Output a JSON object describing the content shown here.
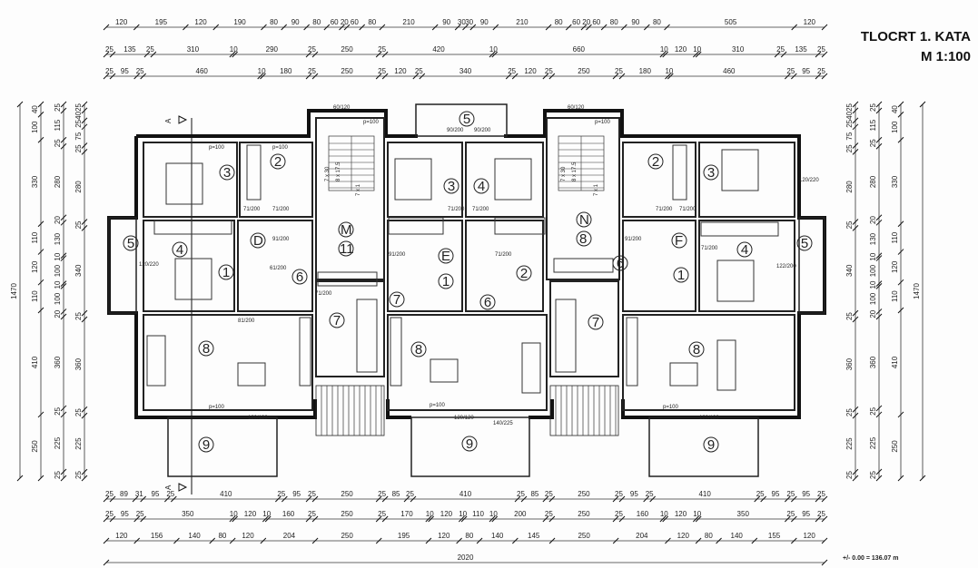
{
  "title": {
    "name": "TLOCRT 1. KATA",
    "scale": "M 1:100",
    "elevation": "+/- 0.00 = 136.07 m"
  },
  "section_marker": "A",
  "dimensions": {
    "top": [
      [
        "120",
        "195",
        "120",
        "190",
        "80",
        "90",
        "80",
        "60",
        "20",
        "60",
        "80",
        "210",
        "90",
        "30",
        "30",
        "90",
        "210",
        "80",
        "60",
        "20",
        "60",
        "80",
        "90",
        "80",
        "505",
        "120"
      ],
      [
        "25",
        "135",
        "25",
        "310",
        "10",
        "290",
        "25",
        "250",
        "25",
        "420",
        "10",
        "660",
        "10",
        "120",
        "10",
        "310",
        "25",
        "135",
        "25"
      ],
      [
        "25",
        "95",
        "25",
        "460",
        "10",
        "180",
        "25",
        "250",
        "25",
        "120",
        "25",
        "340",
        "25",
        "120",
        "25",
        "250",
        "25",
        "180",
        "10",
        "460",
        "25",
        "95",
        "25"
      ]
    ],
    "bottom": [
      [
        "25",
        "89",
        "31",
        "95",
        "25",
        "410",
        "25",
        "95",
        "25",
        "250",
        "25",
        "85",
        "25",
        "410",
        "25",
        "85",
        "25",
        "250",
        "25",
        "95",
        "25",
        "410",
        "25",
        "95",
        "25",
        "95",
        "25"
      ],
      [
        "25",
        "95",
        "25",
        "350",
        "10",
        "120",
        "10",
        "160",
        "25",
        "250",
        "25",
        "170",
        "10",
        "120",
        "10",
        "110",
        "10",
        "200",
        "25",
        "250",
        "25",
        "160",
        "10",
        "120",
        "10",
        "350",
        "25",
        "95",
        "25"
      ],
      [
        "120",
        "156",
        "140",
        "80",
        "120",
        "204",
        "250",
        "195",
        "120",
        "80",
        "140",
        "145",
        "250",
        "204",
        "120",
        "80",
        "140",
        "155",
        "120"
      ],
      [
        "2020"
      ]
    ],
    "left": [
      [
        "1470"
      ],
      [
        "40",
        "100",
        "330",
        "110",
        "120",
        "110",
        "410",
        "250"
      ],
      [
        "25",
        "115",
        "25",
        "280",
        "20",
        "130",
        "10",
        "100",
        "10",
        "100",
        "20",
        "360",
        "25",
        "225",
        "25"
      ],
      [
        "25",
        "40",
        "25",
        "75",
        "25",
        "280",
        "25",
        "340",
        "25",
        "360",
        "25",
        "225",
        "25"
      ]
    ],
    "right": [
      [
        "25",
        "40",
        "25",
        "75",
        "25",
        "280",
        "25",
        "340",
        "25",
        "360",
        "25",
        "225",
        "25"
      ],
      [
        "25",
        "115",
        "25",
        "280",
        "20",
        "130",
        "10",
        "100",
        "10",
        "100",
        "20",
        "360",
        "25",
        "225",
        "25"
      ],
      [
        "40",
        "100",
        "330",
        "110",
        "120",
        "110",
        "410",
        "250"
      ],
      [
        "1470"
      ]
    ]
  },
  "apartments": [
    "D",
    "E",
    "F"
  ],
  "stairs": [
    {
      "letter": "M",
      "number": "11"
    },
    {
      "letter": "N",
      "number": "8"
    }
  ],
  "stair_labels": [
    "7 x 30",
    "8 x 17.5",
    "7 x 1"
  ],
  "room_numbers": {
    "left_unit": [
      "1",
      "2",
      "3",
      "4",
      "5",
      "6",
      "7",
      "8",
      "9"
    ],
    "middle_unit": [
      "1",
      "2",
      "3",
      "4",
      "5",
      "6",
      "7",
      "8",
      "9"
    ],
    "right_unit": [
      "1",
      "2",
      "3",
      "4",
      "5",
      "6",
      "7",
      "8",
      "9"
    ]
  },
  "door_labels": [
    "71/200",
    "91/200",
    "61/200",
    "81/200",
    "120/220",
    "90/200",
    "140/225",
    "122/200",
    "120/120",
    "60/120"
  ],
  "parapet_label": "p=100",
  "accent_colors": {
    "ink": "#111111",
    "line": "#222222",
    "paper": "#fdfdfd"
  }
}
